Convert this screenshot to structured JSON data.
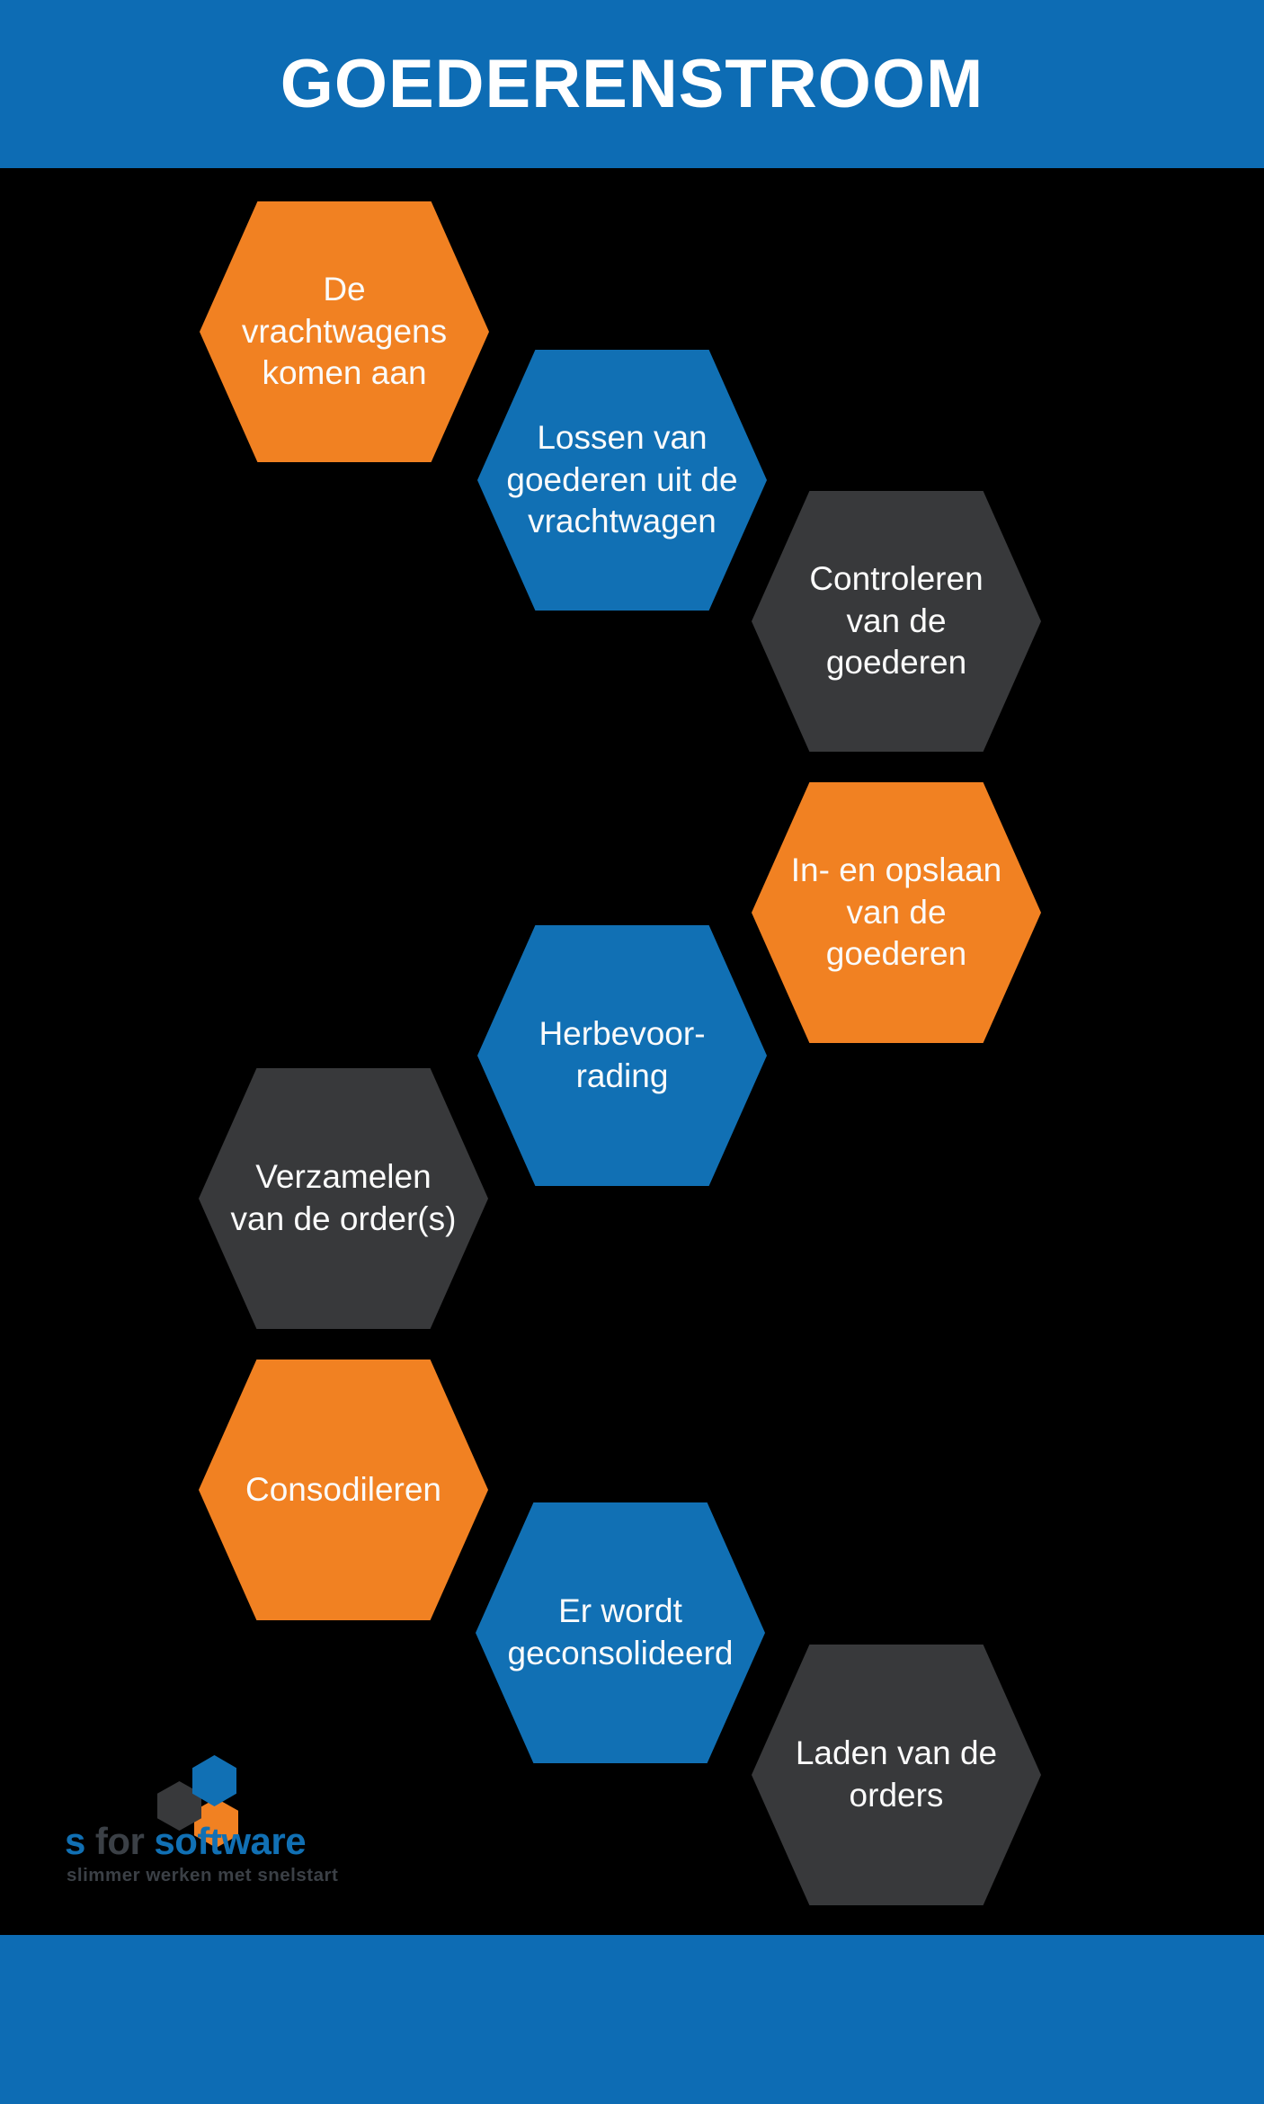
{
  "title": "GOEDERENSTROOM",
  "steps": [
    {
      "label": "De\nvrachtwagens\nkomen aan",
      "color": "orange"
    },
    {
      "label": "Lossen van\ngoederen uit de\nvrachtwagen",
      "color": "blue"
    },
    {
      "label": "Controleren\nvan de\ngoederen",
      "color": "dark"
    },
    {
      "label": "In- en opslaan\nvan de\ngoederen",
      "color": "orange"
    },
    {
      "label": "Herbevoor-\nrading",
      "color": "blue"
    },
    {
      "label": "Verzamelen\nvan de order(s)",
      "color": "dark"
    },
    {
      "label": "Consodileren",
      "color": "orange"
    },
    {
      "label": "Er wordt\ngeconsolideerd",
      "color": "blue"
    },
    {
      "label": "Laden van de\norders",
      "color": "dark"
    }
  ],
  "logo": {
    "part1": "s",
    "part2": "for",
    "part3": "software",
    "tagline": "slimmer werken met snelstart"
  },
  "colors": {
    "band_blue": "#0d6cb4",
    "hex_blue": "#1170b4",
    "hex_orange": "#f18122",
    "hex_dark": "#38393b",
    "background": "#000000",
    "logo_gray": "#3b4046"
  }
}
